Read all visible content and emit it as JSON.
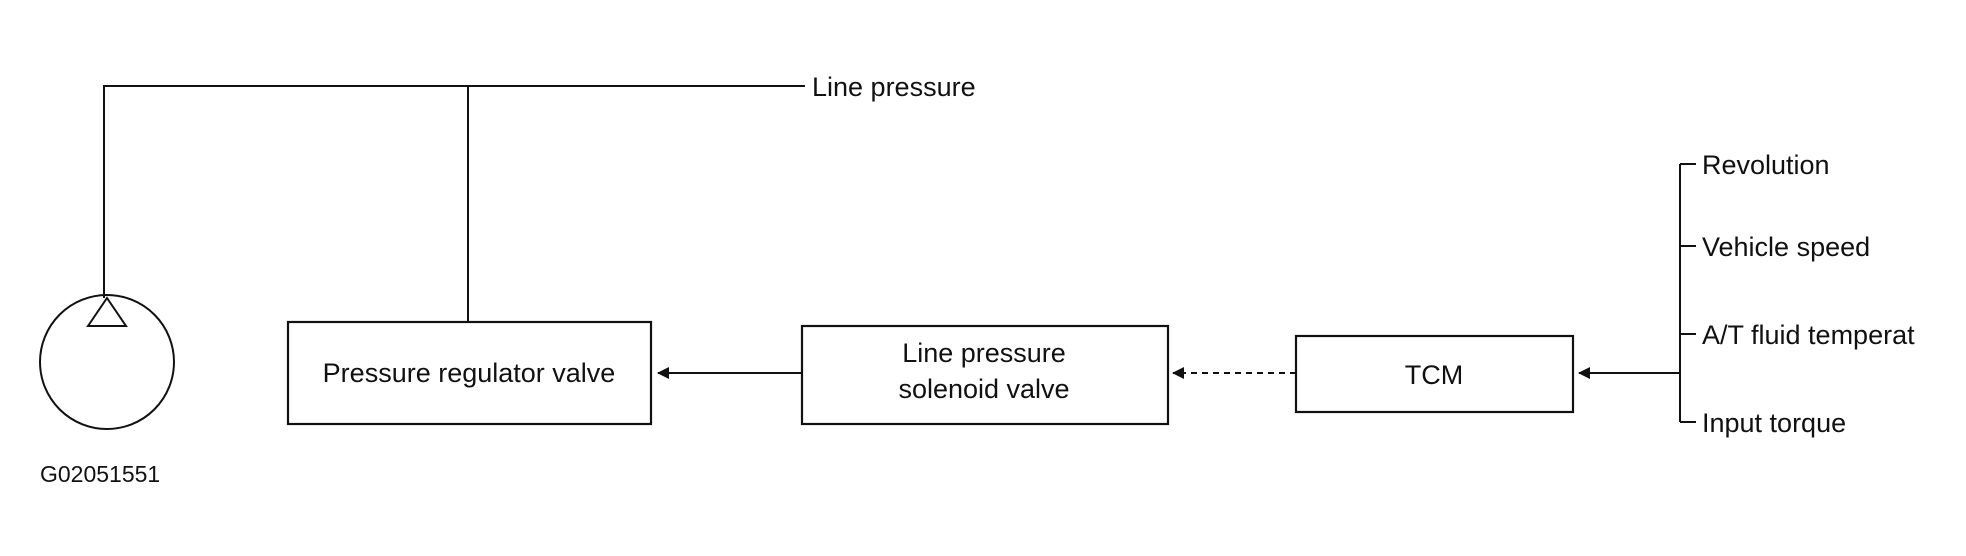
{
  "diagram": {
    "line_pressure_label": "Line pressure",
    "boxes": {
      "pressure_regulator": "Pressure regulator valve",
      "solenoid_line1": "Line pressure",
      "solenoid_line2": "solenoid valve",
      "tcm": "TCM"
    },
    "inputs": [
      "Revolution",
      "Vehicle speed",
      "A/T fluid temperat",
      "Input torque"
    ],
    "figure_code": "G02051551"
  }
}
